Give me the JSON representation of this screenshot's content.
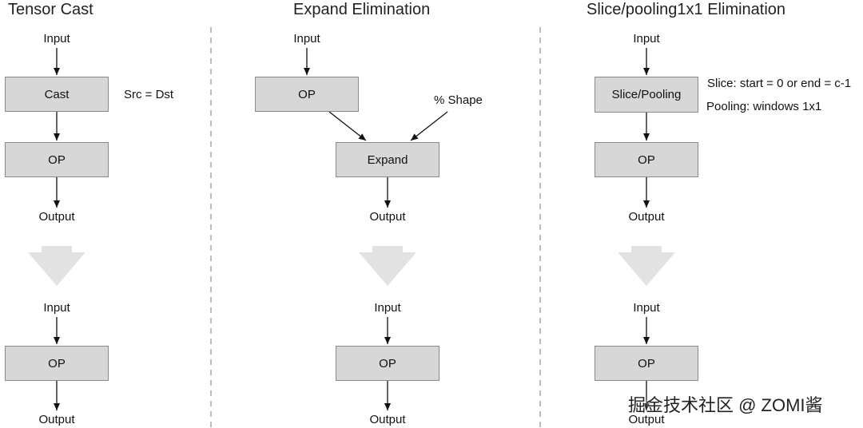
{
  "panels": {
    "tensor_cast": {
      "title": "Tensor Cast",
      "before_input": "Input",
      "before_cast_box": "Cast",
      "cast_note": "Src = Dst",
      "before_op_box": "OP",
      "before_output": "Output",
      "after_input": "Input",
      "after_op_box": "OP",
      "after_output": "Output"
    },
    "expand_elimination": {
      "title": "Expand Elimination",
      "before_input": "Input",
      "before_op_box": "OP",
      "shape_label": "% Shape",
      "expand_box": "Expand",
      "before_output": "Output",
      "after_input": "Input",
      "after_op_box": "OP",
      "after_output": "Output"
    },
    "slice_pooling": {
      "title": "Slice/pooling1x1 Elimination",
      "before_input": "Input",
      "slice_box": "Slice/Pooling",
      "slice_note": "Slice: start = 0 or end = c-1",
      "pooling_note": "Pooling: windows 1x1",
      "before_op_box": "OP",
      "before_output": "Output",
      "after_input": "Input",
      "after_op_box": "OP",
      "after_output": "Output"
    }
  },
  "watermark": "掘金技术社区 @ ZOMI酱",
  "colors": {
    "box_fill": "#d7d7d7",
    "box_border": "#8a8a8a",
    "arrow": "#111111",
    "transform_arrow": "#e2e2e2",
    "divider": "#bdbdbd"
  }
}
